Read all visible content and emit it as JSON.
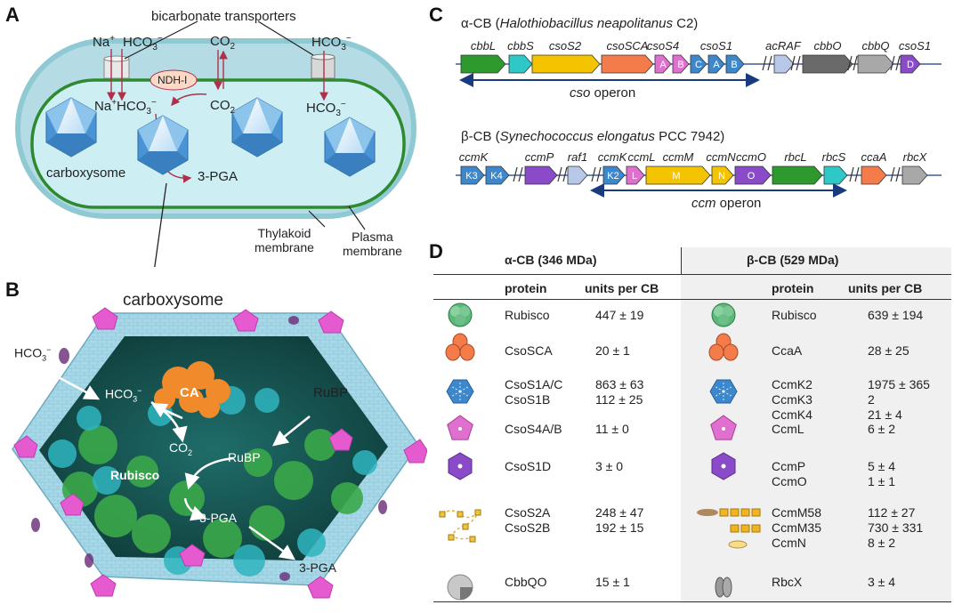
{
  "panels": {
    "a": "A",
    "b": "B",
    "c": "C",
    "d": "D"
  },
  "panel_a": {
    "bicarbonate_transporters": "bicarbonate transporters",
    "na": "Na",
    "plus": "+",
    "hco3": "HCO",
    "sub3": "3",
    "minus": "−",
    "co2": "CO",
    "sub2": "2",
    "ndh": "NDH-I",
    "carboxysome": "carboxysome",
    "pga": "3-PGA",
    "thylakoid_1": "Thylakoid",
    "thylakoid_2": "membrane",
    "plasma_1": "Plasma",
    "plasma_2": "membrane"
  },
  "panel_b": {
    "title": "carboxysome",
    "hco3": "HCO",
    "ca": "CA",
    "rubp": "RuBP",
    "rubisco": "Rubisco",
    "co2": "CO",
    "pga": "3-PGA"
  },
  "panel_c": {
    "alpha_prefix": "α-CB (",
    "alpha_species": "Halothiobacillus neapolitanus",
    "alpha_suffix": " C2)",
    "beta_prefix": "β-CB (",
    "beta_species": "Synechococcus elongatus",
    "beta_suffix": " PCC 7942)",
    "alpha_genes": [
      "cbbL",
      "cbbS",
      "csoS2",
      "csoSCA",
      "csoS4",
      "csoS1",
      "acRAF",
      "cbbO",
      "cbbQ",
      "csoS1"
    ],
    "alpha_box_labels": [
      "A",
      "B",
      "C",
      "A",
      "B",
      "D"
    ],
    "cso_operon_1": "cso",
    "cso_operon_2": " operon",
    "beta_genes": [
      "ccmK",
      "ccmP",
      "raf1",
      "ccmK",
      "ccmL",
      "ccmM",
      "ccmN",
      "ccmO",
      "rbcL",
      "rbcS",
      "ccaA",
      "rbcX"
    ],
    "beta_box_labels": [
      "K3",
      "K4",
      "K2",
      "L",
      "M",
      "N",
      "O"
    ],
    "ccm_operon_1": "ccm",
    "ccm_operon_2": " operon"
  },
  "panel_d": {
    "alpha_header": "α-CB (346 MDa)",
    "beta_header": "β-CB (529 MDa)",
    "col_protein": "protein",
    "col_units": "units per CB",
    "alpha_rows": [
      {
        "names": [
          "Rubisco"
        ],
        "units": [
          "447 ± 19"
        ],
        "icon": "rubisco-icon"
      },
      {
        "names": [
          "CsoSCA"
        ],
        "units": [
          "20 ± 1"
        ],
        "icon": "carbonic-anhydrase-icon"
      },
      {
        "names": [
          "CsoS1A/C",
          "CsoS1B"
        ],
        "units": [
          "863 ± 63",
          "112 ± 25"
        ],
        "icon": "hexamer-icon"
      },
      {
        "names": [
          "CsoS4A/B"
        ],
        "units": [
          "11 ± 0"
        ],
        "icon": "pentamer-icon"
      },
      {
        "names": [
          "CsoS1D"
        ],
        "units": [
          "3 ± 0"
        ],
        "icon": "trimer-icon"
      },
      {
        "names": [
          "CsoS2A",
          "CsoS2B"
        ],
        "units": [
          "248 ± 47",
          "192 ± 15"
        ],
        "icon": "scaffold-chain-icon"
      },
      {
        "names": [
          "CbbQO"
        ],
        "units": [
          "15 ± 1"
        ],
        "icon": "cbbqo-icon"
      }
    ],
    "beta_rows": [
      {
        "names": [
          "Rubisco"
        ],
        "units": [
          "639 ± 194"
        ],
        "icon": "rubisco-icon"
      },
      {
        "names": [
          "CcaA"
        ],
        "units": [
          "28 ± 25"
        ],
        "icon": "carbonic-anhydrase-icon"
      },
      {
        "names": [
          "CcmK2",
          "CcmK3",
          "CcmK4"
        ],
        "units": [
          "1975 ± 365",
          "2",
          "21 ± 4"
        ],
        "icon": "hexamer-icon"
      },
      {
        "names": [
          "CcmL"
        ],
        "units": [
          "6 ± 2"
        ],
        "icon": "pentamer-icon"
      },
      {
        "names": [
          "CcmP",
          "CcmO"
        ],
        "units": [
          "5 ± 4",
          "1 ± 1"
        ],
        "icon": "trimer-icon"
      },
      {
        "names": [
          "CcmM58",
          "CcmM35",
          "CcmN"
        ],
        "units": [
          "112 ± 27",
          "730 ± 331",
          "8 ± 2"
        ],
        "icon": "ccmm-icon"
      },
      {
        "names": [
          "RbcX"
        ],
        "units": [
          "3 ± 4"
        ],
        "icon": "rbcx-icon"
      }
    ]
  },
  "colors": {
    "green": "#2e9a2e",
    "teal": "#2ec8c8",
    "yellow": "#f5c400",
    "orange": "#f47b4a",
    "pink": "#e070d0",
    "blue": "#3d88cc",
    "lightblue": "#b8c8e8",
    "darkgray": "#6a6a6a",
    "gray": "#a8a8a8",
    "purple": "#8a4bc8",
    "navy": "#1a3a80",
    "cytoplasm": "#cdeef2",
    "membrane": "#2e8a2e"
  }
}
